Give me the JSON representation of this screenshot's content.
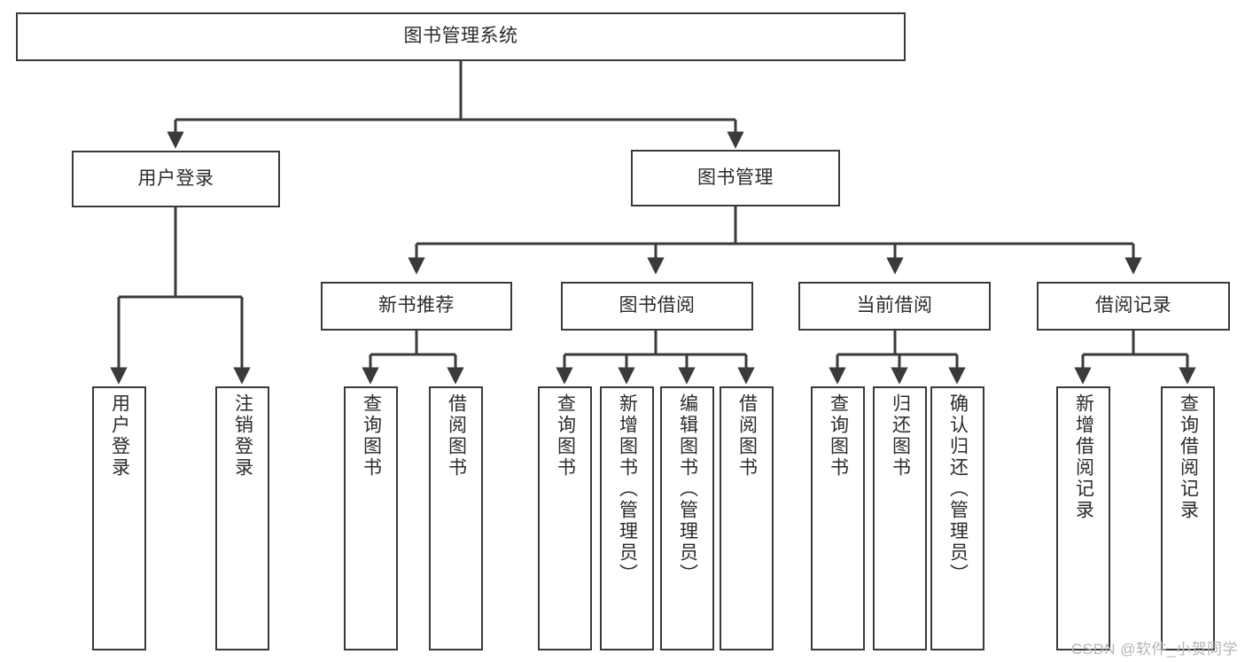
{
  "diagram": {
    "type": "tree-hierarchy",
    "title": "图书管理系统",
    "colors": {
      "stroke": "#3a3a3a",
      "fill": "#ffffff",
      "text": "#2b2b2b",
      "watermark": "#b4b4b4"
    },
    "root": {
      "label": "图书管理系统"
    },
    "level2": [
      {
        "label": "用户登录"
      },
      {
        "label": "图书管理"
      }
    ],
    "level3": [
      {
        "label": "新书推荐"
      },
      {
        "label": "图书借阅"
      },
      {
        "label": "当前借阅"
      },
      {
        "label": "借阅记录"
      }
    ],
    "leaves": {
      "user_login": [
        {
          "label": "用户登录"
        },
        {
          "label": "注销登录"
        }
      ],
      "new_book_recommend": [
        {
          "label": "查询图书"
        },
        {
          "label": "借阅图书"
        }
      ],
      "book_borrow": [
        {
          "label": "查询图书"
        },
        {
          "label": "新增图书（管理员）"
        },
        {
          "label": "编辑图书（管理员）"
        },
        {
          "label": "借阅图书"
        }
      ],
      "current_borrow": [
        {
          "label": "查询图书"
        },
        {
          "label": "归还图书"
        },
        {
          "label": "确认归还（管理员）"
        }
      ],
      "borrow_record": [
        {
          "label": "新增借阅记录"
        },
        {
          "label": "查询借阅记录"
        }
      ]
    }
  },
  "watermark": {
    "text": "CSDN @软件_小贺同学"
  }
}
